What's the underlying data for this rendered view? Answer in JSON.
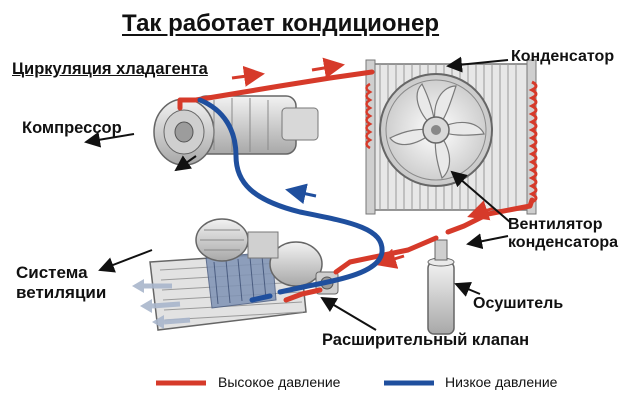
{
  "title": "Так работает кондиционер",
  "subtitle": "Циркуляция хладагента",
  "labels": {
    "condenser": "Конденсатор",
    "compressor": "Компрессор",
    "condenser_fan_line1": "Вентилятор",
    "condenser_fan_line2": "конденсатора",
    "ventilation_line1": "Система",
    "ventilation_line2": "ветиляции",
    "dryer": "Осушитель",
    "expansion_valve": "Расширительный клапан"
  },
  "legend": {
    "high_pressure": "Высокое давление",
    "low_pressure": "Низкое давление"
  },
  "colors": {
    "high_pressure": "#d63a2a",
    "low_pressure": "#1f4f9e"
  }
}
